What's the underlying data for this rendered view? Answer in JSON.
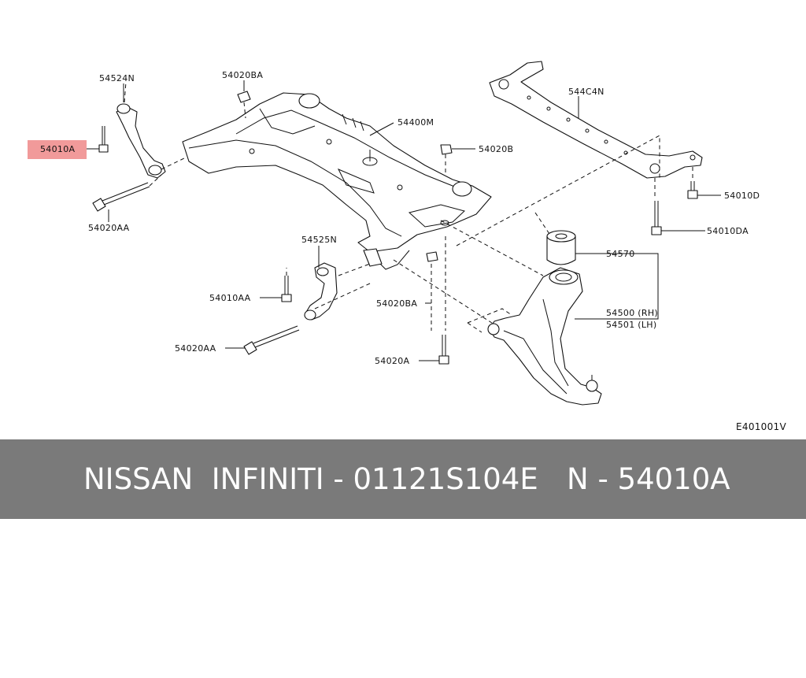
{
  "labels": {
    "p54524N": "54524N",
    "p54020BA_top": "54020BA",
    "p54400M": "54400M",
    "p54020B": "54020B",
    "p544C4N": "544C4N",
    "p54010A_highlight": "54010A",
    "p54020AA_left": "54020AA",
    "p54010D": "54010D",
    "p54010DA": "54010DA",
    "p54525N": "54525N",
    "p54570": "54570",
    "p54010AA": "54010AA",
    "p54020BA_mid": "54020BA",
    "p54500": "54500 (RH)",
    "p54501": "54501 (LH)",
    "p54020AA_bottom": "54020AA",
    "p54020A": "54020A",
    "figure_code": "E401001V"
  },
  "banner": {
    "brands": "NISSAN  INFINITI - 01121S104E",
    "part": "N - 54010A"
  },
  "colors": {
    "banner_bg": "#7a7a7a",
    "highlight": "#f19a9a"
  }
}
